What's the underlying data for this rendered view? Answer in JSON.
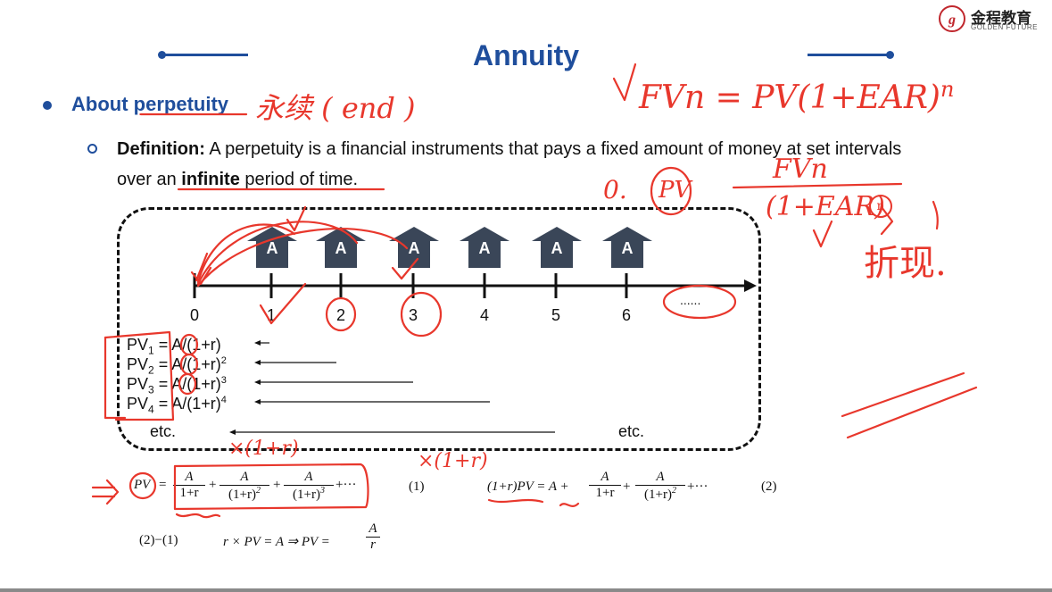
{
  "header": {
    "title": "Annuity",
    "logo_text": "金程教育",
    "logo_subtitle": "GOLDEN FUTURE"
  },
  "section": {
    "about_prefix": "About ",
    "about_word": "perpetuity",
    "def_label": "Definition:",
    "def_line1": " A perpetuity is a financial instruments that pays a fixed amount of money at set intervals",
    "def_line2_a": "over an ",
    "def_line2_b": "infinite",
    "def_line2_c": " period of time."
  },
  "timeline": {
    "payment_label": "A",
    "ticks": [
      "0",
      "1",
      "2",
      "3",
      "4",
      "5",
      "6"
    ],
    "ellipsis": "......"
  },
  "pv_rows": [
    {
      "lhs": "PV",
      "sub": "1",
      "rhs": "= A/(1+r)",
      "sup": ""
    },
    {
      "lhs": "PV",
      "sub": "2",
      "rhs": "= A/(1+r)",
      "sup": "2"
    },
    {
      "lhs": "PV",
      "sub": "3",
      "rhs": "= A/(1+r)",
      "sup": "3"
    },
    {
      "lhs": "PV",
      "sub": "4",
      "rhs": "= A/(1+r)",
      "sup": "4"
    }
  ],
  "etc_left": "etc.",
  "etc_right": "etc.",
  "equations": {
    "eq1_lhs": "PV",
    "eq1_num": "A",
    "eq1_den1": "1+r",
    "eq1_den2": "(1+r)",
    "eq1_den3": "(1+r)",
    "eq1_sup2": "2",
    "eq1_sup3": "3",
    "eq1_tail": "+···",
    "eq1_label": "(1)",
    "eq2_lhs": "(1+r)PV = A +",
    "eq2_den1": "1+r",
    "eq2_den2": "(1+r)",
    "eq2_sup2": "2",
    "eq2_tail": "+···",
    "eq2_label": "(2)",
    "eq3_left": "(2)−(1)",
    "eq3_mid": "r × PV = A ⇒ PV =",
    "eq3_num": "A",
    "eq3_den": "r"
  },
  "handwriting": {
    "note_end": "永续 ( end )",
    "note_fv": "FVn = PV(1+EAR)",
    "note_fv_exp": "n",
    "note_pv_prefix": "0.",
    "note_pv": "PV",
    "note_frac_num": "FVn",
    "note_frac_den": "(1+EAR)",
    "note_frac_circle": "n",
    "note_discount": "折现.",
    "note_times1": "×(1+r)",
    "note_times2": "×(1+r)"
  },
  "colors": {
    "brand_blue": "#1f4e9c",
    "ink_red": "#e8372c",
    "arrow_fill": "#3a4658"
  }
}
